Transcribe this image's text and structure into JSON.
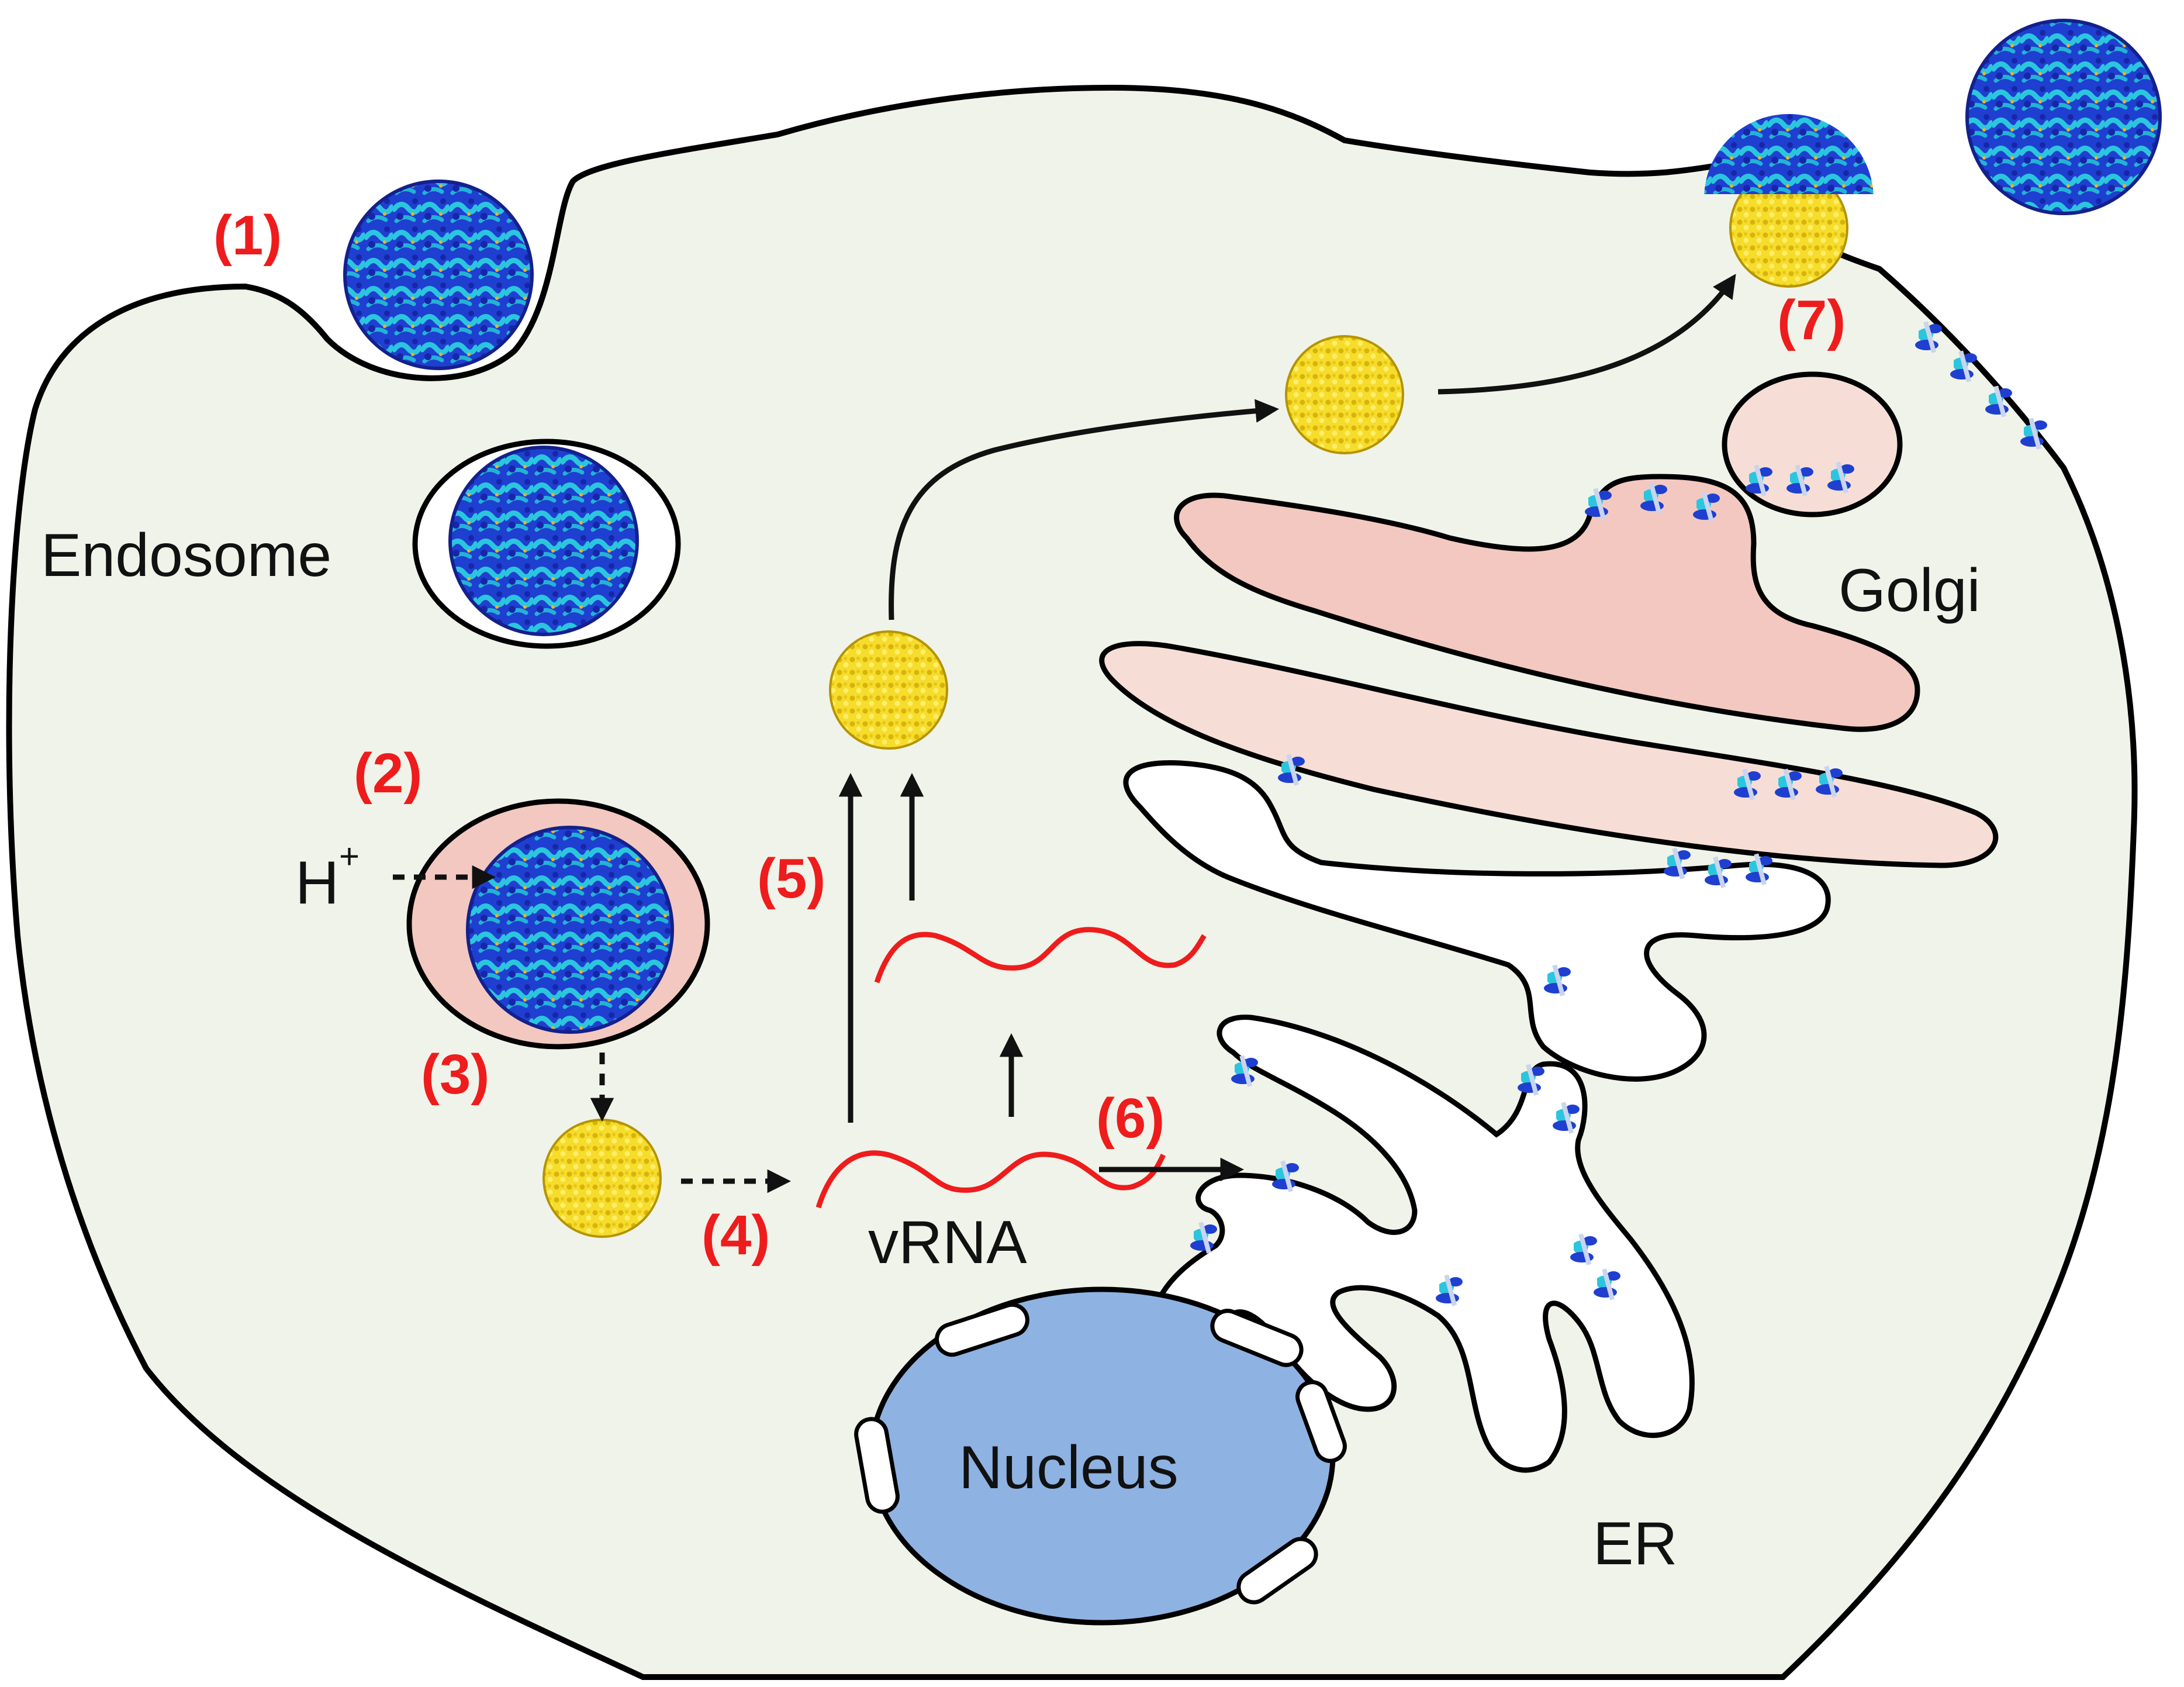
{
  "labels": {
    "endosome": "Endosome",
    "golgi": "Golgi",
    "nucleus": "Nucleus",
    "er": "ER",
    "vrna": "vRNA",
    "proton": "H",
    "proton_charge": "+"
  },
  "steps": [
    "(1)",
    "(2)",
    "(3)",
    "(4)",
    "(5)",
    "(6)",
    "(7)"
  ],
  "colors": {
    "cytoplasm": "#f0f3e9",
    "step_label": "#ee1c1c",
    "vrna": "#ee1c1c",
    "golgi_dark": "#f3c8c0",
    "golgi_light": "#f6ded6",
    "nucleus": "#8eb2e2",
    "capsid": "#f6dc2b",
    "virion": "#1f3fd0",
    "spike_cyan": "#2bc6de"
  }
}
